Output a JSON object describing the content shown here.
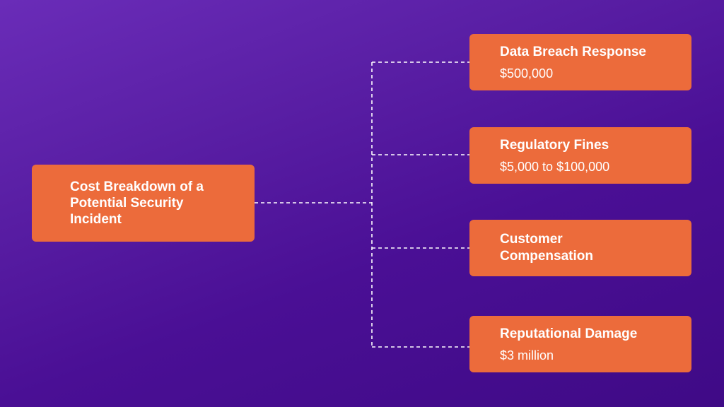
{
  "diagram": {
    "root": {
      "title": "Cost Breakdown of a Potential Security Incident"
    },
    "branches": [
      {
        "title": "Data Breach Response",
        "value": "$500,000"
      },
      {
        "title": "Regulatory Fines",
        "value": "$5,000 to $100,000"
      },
      {
        "title": "Customer Compensation",
        "value": ""
      },
      {
        "title": "Reputational Damage",
        "value": "$3 million"
      }
    ],
    "colors": {
      "background_start": "#6a2cb8",
      "background_end": "#3f0a86",
      "box_fill": "#ec6b3b",
      "text": "#ffffff",
      "connector": "#ffffff"
    }
  }
}
